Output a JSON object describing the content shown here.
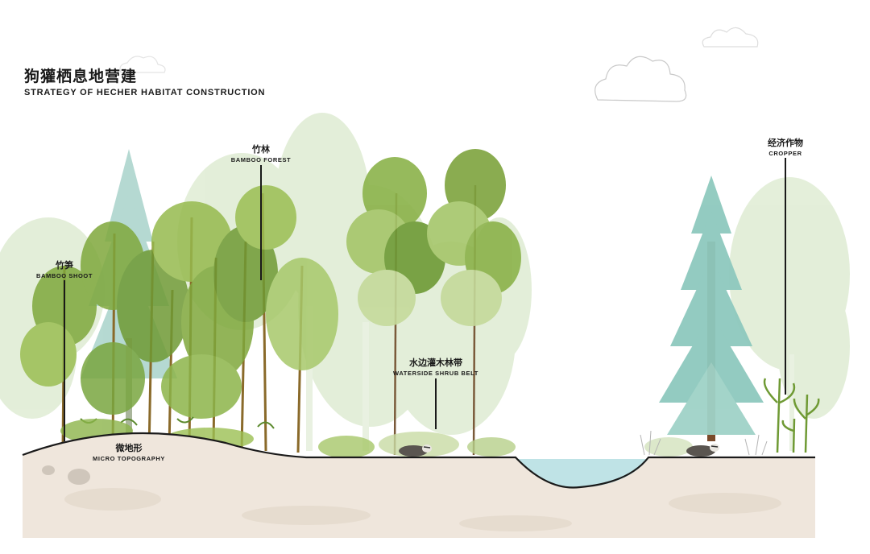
{
  "title": {
    "cn": "狗獾栖息地营建",
    "en": "STRATEGY OF HECHER HABITAT CONSTRUCTION"
  },
  "labels": {
    "bamboo_forest": {
      "cn": "竹林",
      "en": "BAMBOO FOREST"
    },
    "bamboo_shoot": {
      "cn": "竹笋",
      "en": "BAMBOO SHOOT"
    },
    "waterside_shrub": {
      "cn": "水边灌木林带",
      "en": "WATERSIDE SHRUB BELT"
    },
    "cropper": {
      "cn": "经济作物",
      "en": "CROPPER"
    },
    "micro_topography": {
      "cn": "微地形",
      "en": "MICRO TOPOGRAPHY"
    }
  },
  "colors": {
    "soil": "#efe6dc",
    "water": "#bfe3e6",
    "pale_tree": "#dfecd3",
    "bamboo_leaf": "#7fa83c",
    "bamboo_stem": "#8a6a2a",
    "teal_tree": "#8ec9be",
    "trunk": "#7a4a2a",
    "green_tree": "#8bb24a",
    "ground_line": "#1a1a1a"
  }
}
